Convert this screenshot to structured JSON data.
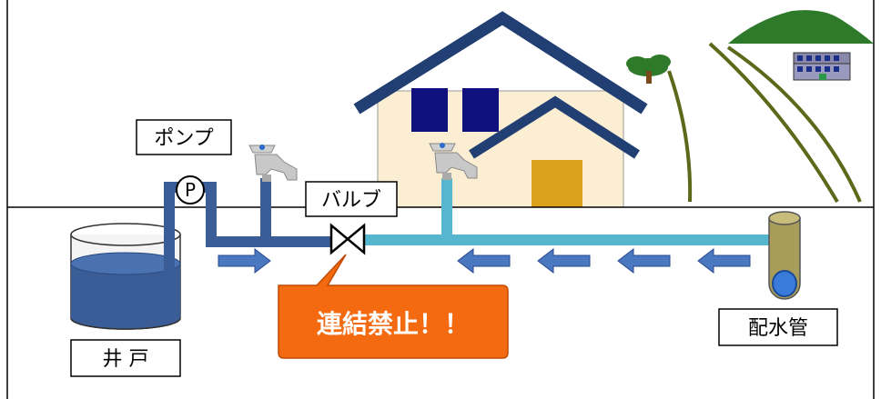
{
  "labels": {
    "pump": "ポンプ",
    "pump_symbol": "P",
    "valve": "バルブ",
    "warning": "連結禁止！！",
    "distribution_pipe": "配水管",
    "well": "井 戸"
  },
  "colors": {
    "private_pipe": "#3b5d97",
    "public_pipe": "#56b6cf",
    "roof": "#213f72",
    "house_wall": "#fbeed3",
    "window": "#10107e",
    "door": "#dba31b",
    "warning_bg": "#f36a10",
    "well_water": "#3b5d97",
    "hill": "#2f7a2a",
    "tree": "#6a7a2a",
    "arrow_fill": "#4a78c0"
  }
}
